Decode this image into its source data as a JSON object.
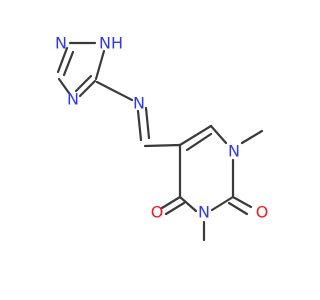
{
  "molecule": {
    "atoms": {
      "triazole_n1": "N",
      "triazole_n2": "NH",
      "triazole_n4": "N",
      "amine_n": "N",
      "ring_n1": "N",
      "ring_n3": "N",
      "ring_o2": "O",
      "ring_o4": "O"
    },
    "colors": {
      "bond": "#3a3a3a",
      "nitrogen": "#2f39e8",
      "oxygen": "#ee1c1c"
    }
  }
}
